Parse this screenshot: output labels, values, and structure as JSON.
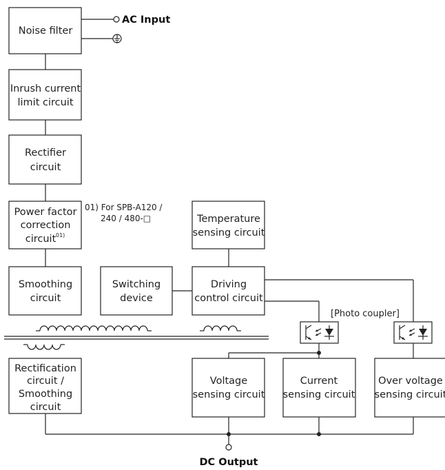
{
  "terminals": {
    "ac_input": "AC Input",
    "dc_output": "DC Output"
  },
  "blocks": {
    "noise_filter": [
      "Noise filter"
    ],
    "inrush": [
      "Inrush current",
      "limit circuit"
    ],
    "rectifier": [
      "Rectifier",
      "circuit"
    ],
    "pfc": [
      "Power factor",
      "correction",
      "circuit"
    ],
    "pfc_ref": "01)",
    "smoothing": [
      "Smoothing",
      "circuit"
    ],
    "switching": [
      "Switching",
      "device"
    ],
    "temp": [
      "Temperature",
      "sensing circuit"
    ],
    "driving": [
      "Driving",
      "control circuit"
    ],
    "rect_smooth": [
      "Rectification",
      "circuit /",
      "Smoothing",
      "circuit"
    ],
    "voltage": [
      "Voltage",
      "sensing circuit"
    ],
    "current": [
      "Current",
      "sensing circuit"
    ],
    "overvoltage": [
      "Over voltage",
      "sensing circuit"
    ]
  },
  "footnote": [
    "01) For SPB-A120 /",
    "240 / 480-□"
  ],
  "photo_coupler_label": "[Photo coupler]",
  "icons": [
    "ground-icon",
    "terminal-circle-icon",
    "photo-coupler-icon",
    "transformer-coil-icon"
  ]
}
